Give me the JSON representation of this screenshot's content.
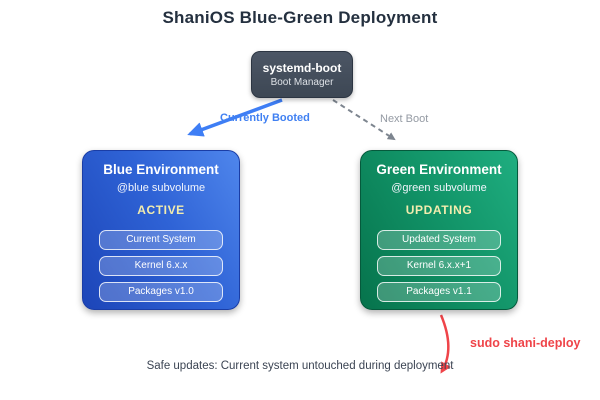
{
  "title": "ShaniOS Blue-Green Deployment",
  "boot_manager": {
    "name": "systemd-boot",
    "subtitle": "Boot Manager"
  },
  "arrows": {
    "currently_booted_label": "Currently Booted",
    "next_boot_label": "Next Boot",
    "deploy_command_label": "sudo shani-deploy"
  },
  "environments": {
    "blue": {
      "title": "Blue Environment",
      "subvolume": "@blue subvolume",
      "status": "ACTIVE",
      "items": [
        "Current System",
        "Kernel 6.x.x",
        "Packages v1.0"
      ]
    },
    "green": {
      "title": "Green Environment",
      "subvolume": "@green subvolume",
      "status": "UPDATING",
      "items": [
        "Updated System",
        "Kernel 6.x.x+1",
        "Packages v1.1"
      ]
    }
  },
  "caption": "Safe updates: Current system untouched during deployment",
  "colors": {
    "title_text": "#24303f",
    "boot_box": "#434e5c",
    "blue_env_start": "#1c45b8",
    "blue_env_end": "#4f86ec",
    "green_env_start": "#06734c",
    "green_env_end": "#1fae80",
    "currently_booted_arrow": "#3e7ef5",
    "next_boot_arrow": "#7d858f",
    "deploy_arrow": "#ef4449",
    "status_text": "#f2ecae"
  }
}
